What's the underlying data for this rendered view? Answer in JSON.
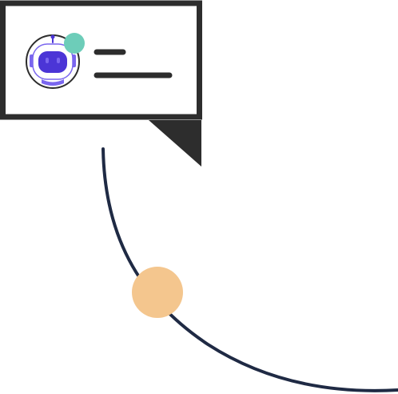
{
  "illustration": {
    "chat_card": {
      "avatar": {
        "icon": "robot-avatar-icon",
        "online_status": true
      },
      "message_lines": 2,
      "has_tail": true
    },
    "path": {
      "shape": "arc",
      "marker": "circle"
    },
    "colors": {
      "card_border": "#2d2d2d",
      "card_fill": "#ffffff",
      "tail": "#2d2d2d",
      "text_lines": "#2d2d2d",
      "status_dot": "#6dcdb9",
      "robot_body": "#ffffff",
      "robot_outline": "#2d2d2d",
      "robot_face": "#4b35d6",
      "robot_face_light": "#7a66ef",
      "avatar_bg": "#ffffff",
      "path_line": "#1f2a44",
      "path_marker": "#f4c68e"
    }
  }
}
